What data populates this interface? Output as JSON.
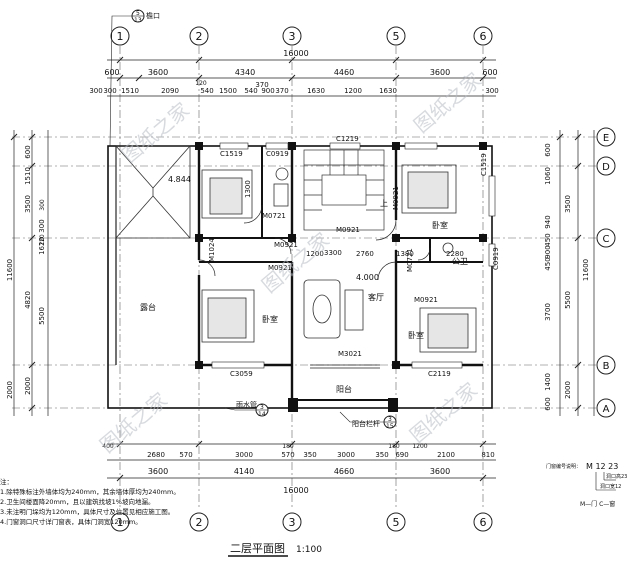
{
  "axes_top": [
    "1",
    "2",
    "3",
    "5",
    "6"
  ],
  "axes_bottom": [
    "1",
    "2",
    "3",
    "5",
    "6"
  ],
  "axes_side": [
    "E",
    "D",
    "C",
    "B",
    "A"
  ],
  "dims": {
    "total_top": "16000",
    "top_row1": [
      "600",
      "3600",
      "4340",
      "4460",
      "3600",
      "600"
    ],
    "top_row2": [
      "300",
      "300",
      "1510",
      "2090",
      "540",
      "1500",
      "540",
      "900",
      "370",
      "1630",
      "1200",
      "1630",
      "300"
    ],
    "top_small": [
      "120",
      "370"
    ],
    "left_col": [
      "600",
      "1510",
      "3500",
      "300",
      "1620",
      "11600",
      "4820",
      "5500",
      "2000",
      "2000"
    ],
    "left_small": [
      "120",
      "300"
    ],
    "right_col": [
      "600",
      "1060",
      "3500",
      "940",
      "450",
      "900",
      "450",
      "3700",
      "5500",
      "11600",
      "1400",
      "2000",
      "600"
    ],
    "bottom_row1": [
      "2680",
      "570",
      "3000",
      "570",
      "350",
      "3000",
      "350",
      "690",
      "2100",
      "810"
    ],
    "bottom_small": [
      "400",
      "180",
      "180",
      "1200"
    ],
    "bottom_row2": [
      "3600",
      "4140",
      "4660",
      "3600"
    ],
    "total_bottom": "16000"
  },
  "rooms": {
    "terrace": "露台",
    "bedroom_left": "卧室",
    "bedroom_tr": "卧室",
    "bedroom_br": "卧室",
    "living": "客厅",
    "balcony": "阳台",
    "toilet": "公卫",
    "shangxia": "上",
    "elev_roof": "4.844",
    "elev_living": "4.000"
  },
  "labels": {
    "c1519_a": "C1519",
    "c0919_a": "C0919",
    "c1219": "C1219",
    "c1519_b": "C1519",
    "c0919_b": "C0919",
    "c3059": "C3059",
    "c2119": "C2119",
    "m0721_a": "M0721",
    "m0921_a": "M0921",
    "m0921_b": "M0921",
    "m0921_c": "M0921",
    "m0921_d": "M0921",
    "m0921_e": "M0921",
    "m1024": "M1024",
    "m0721_b": "M0721",
    "m3021": "M3021",
    "d1300": "1300",
    "d1200": "1200",
    "d2760": "2760",
    "d1380": "1380",
    "d2280": "2280",
    "d3300": "3300",
    "eave": "檐口",
    "eave_ref": "5",
    "eave_sheet": "13",
    "gutter": "雨水管",
    "gutter_ref": "3",
    "gutter_sheet": "14",
    "rail": "阳台栏杆",
    "rail_ref": "3",
    "rail_sheet": "15"
  },
  "title": "二层平面图",
  "scale": "1:100",
  "notes": [
    "注：",
    "1.除特殊标注外墙体均为240mm，其余墙体厚均为240mm。",
    "2.卫生间楼面降20mm，且以建筑找坡1%坡向地漏。",
    "3.未注明门垛均为120mm，具体尺寸及位置见相应施工图。",
    "4.门窗洞口尺寸详门窗表，具体门洞宽120mm。"
  ],
  "legend": {
    "head": "门窗编号说明：",
    "code": "M 12 23",
    "d1": "洞口高23",
    "d2": "洞口宽12",
    "d3": "M—门 C—窗"
  },
  "watermark": "图纸之家"
}
